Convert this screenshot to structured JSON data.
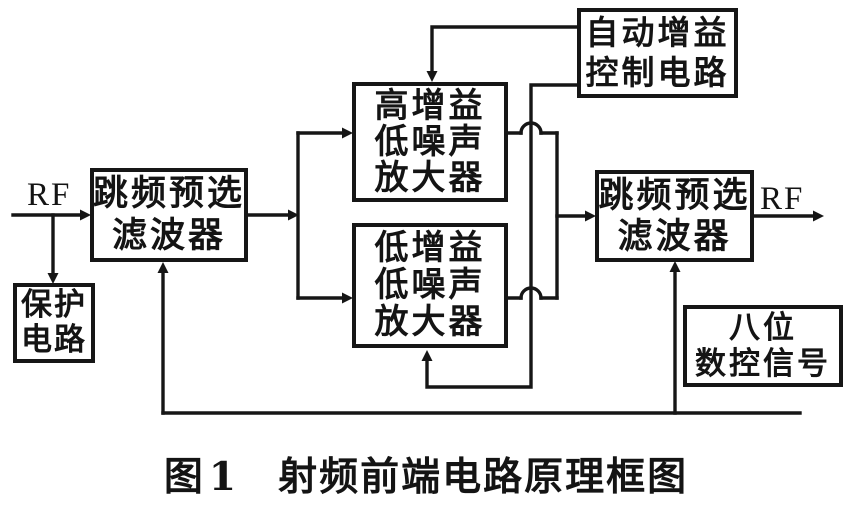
{
  "diagram": {
    "boxes": {
      "filter_left": {
        "lines": [
          "跳频预选",
          "滤波器"
        ]
      },
      "amp_high": {
        "lines": [
          "高增益",
          "低噪声",
          "放大器"
        ]
      },
      "amp_low": {
        "lines": [
          "低增益",
          "低噪声",
          "放大器"
        ]
      },
      "agc": {
        "lines": [
          "自动增益",
          "控制电路"
        ]
      },
      "filter_right": {
        "lines": [
          "跳频预选",
          "滤波器"
        ]
      },
      "protection": {
        "lines": [
          "保护",
          "电路"
        ]
      },
      "digital_signal": {
        "lines": [
          "八位",
          "数控信号"
        ]
      }
    },
    "labels": {
      "rf_in": "RF",
      "rf_out": "RF"
    },
    "caption": {
      "figure_no": "图1",
      "title": "射频前端电路原理框图"
    },
    "colors": {
      "ink": "#161616",
      "background": "#ffffff"
    }
  }
}
